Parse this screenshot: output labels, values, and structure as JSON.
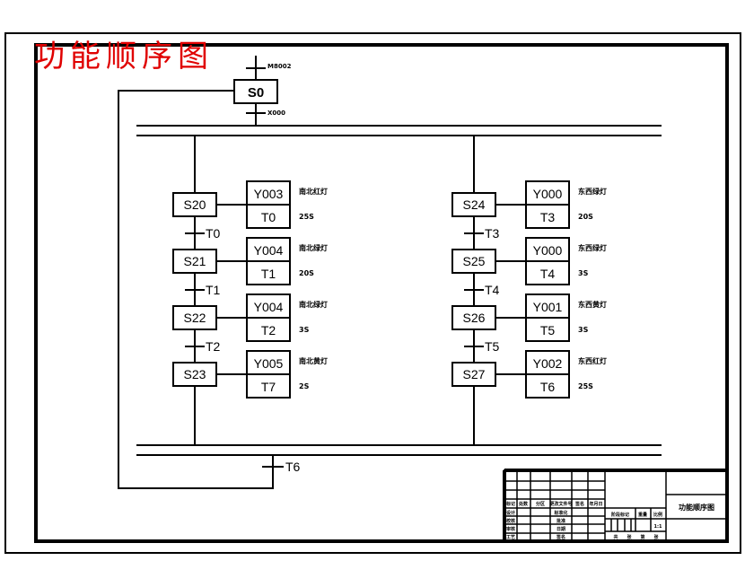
{
  "title": "功能顺序图",
  "colors": {
    "title": "#e00000",
    "line": "#000000",
    "background": "#ffffff"
  },
  "initial": {
    "step": "S0",
    "entry_condition": "M8002",
    "exit_condition": "X000"
  },
  "branches": [
    {
      "name": "north-south",
      "steps": [
        {
          "step": "S20",
          "output": "Y003",
          "timer": "T0",
          "desc": "南北红灯",
          "time": "25S",
          "transition": "T0"
        },
        {
          "step": "S21",
          "output": "Y004",
          "timer": "T1",
          "desc": "南北绿灯",
          "time": "20S",
          "transition": "T1"
        },
        {
          "step": "S22",
          "output": "Y004",
          "timer": "T2",
          "desc": "南北绿灯",
          "time": "3S",
          "transition": "T2"
        },
        {
          "step": "S23",
          "output": "Y005",
          "timer": "T7",
          "desc": "南北黄灯",
          "time": "2S",
          "transition": ""
        }
      ]
    },
    {
      "name": "east-west",
      "steps": [
        {
          "step": "S24",
          "output": "Y000",
          "timer": "T3",
          "desc": "东西绿灯",
          "time": "20S",
          "transition": "T3"
        },
        {
          "step": "S25",
          "output": "Y000",
          "timer": "T4",
          "desc": "东西绿灯",
          "time": "3S",
          "transition": "T4"
        },
        {
          "step": "S26",
          "output": "Y001",
          "timer": "T5",
          "desc": "东西黄灯",
          "time": "3S",
          "transition": "T5"
        },
        {
          "step": "S27",
          "output": "Y002",
          "timer": "T6",
          "desc": "东西红灯",
          "time": "25S",
          "transition": ""
        }
      ]
    }
  ],
  "merge_transition": "T6",
  "title_block": {
    "header_row": [
      "标记",
      "处数",
      "分区",
      "更改文件号",
      "签名",
      "年月日"
    ],
    "left_labels": [
      "设计",
      "校核",
      "审核",
      "工艺"
    ],
    "mid_labels": [
      "标准化",
      "批准",
      "日期",
      "签名"
    ],
    "stage_row": [
      "阶段标记",
      "重量",
      "比例"
    ],
    "scale": "1:1",
    "sheet_row": [
      "共",
      "张",
      "第",
      "张"
    ],
    "drawing_name": "功能顺序图"
  }
}
